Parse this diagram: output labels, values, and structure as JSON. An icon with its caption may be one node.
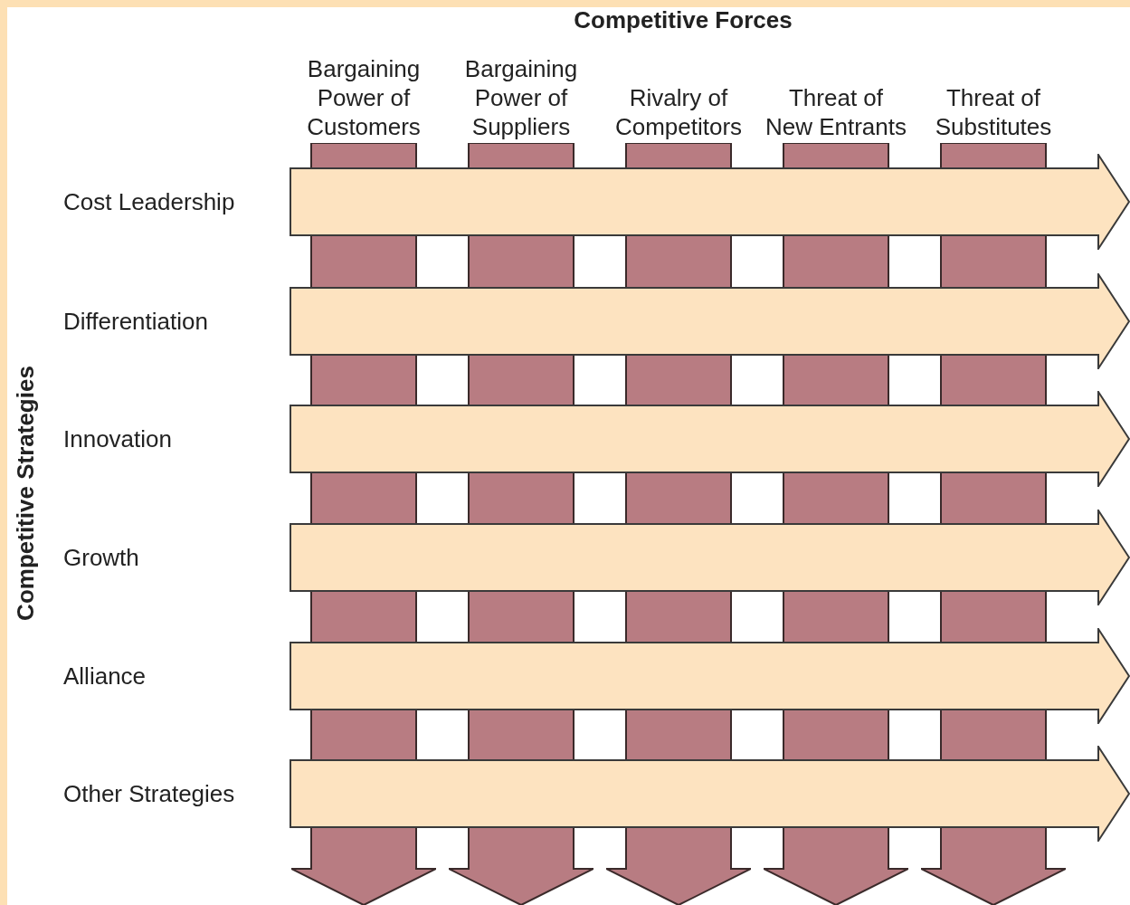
{
  "diagram": {
    "title": "Competitive Forces",
    "nodes": [
      {
        "text": [
          "Bargaining Power of Customers"
        ]
      },
      {
        "text": [
          "Bargaining Power of Suppliers"
        ]
      },
      {
        "text": [
          "Rivalry of Competitors"
        ]
      },
      {
        "text": [
          "Threat of New Entrants"
        ]
      },
      {
        "text": [
          "Threat of Substitutes"
        ]
      }
    ],
    "labels": [
      "Competitive Strategies",
      "Cost Leadership",
      "Differentiation",
      "Innovation",
      "Growth",
      "Alliance",
      "Other Strategies"
    ]
  }
}
